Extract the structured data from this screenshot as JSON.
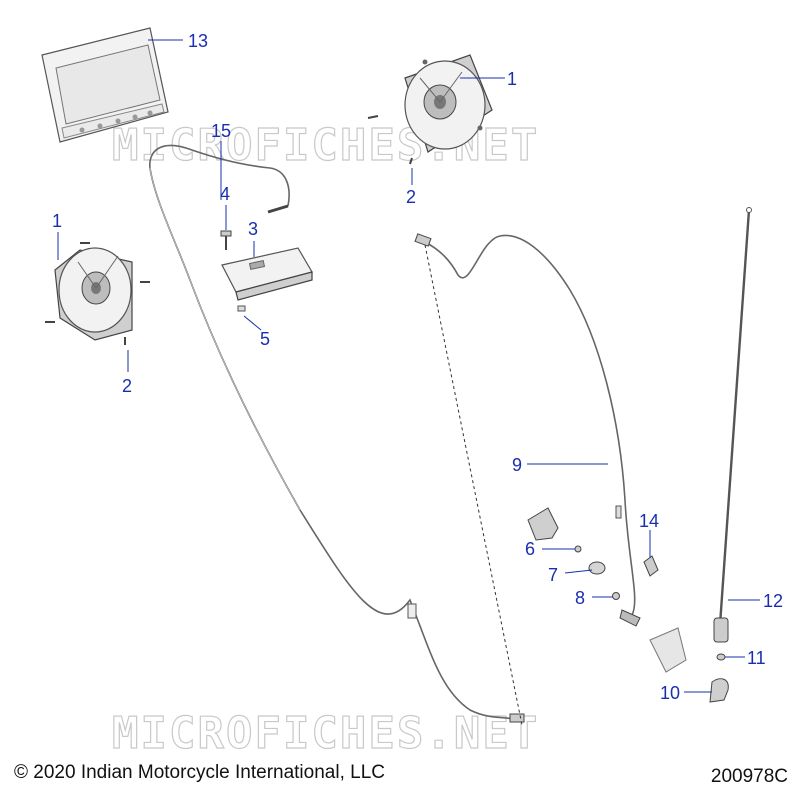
{
  "watermark": "MICROFICHES.NET",
  "copyright": "© 2020 Indian Motorcycle International, LLC",
  "drawing_number": "200978C",
  "callouts": {
    "c13": "13",
    "c1a": "1",
    "c2a": "2",
    "c15": "15",
    "c4": "4",
    "c3": "3",
    "c1b": "1",
    "c2b": "2",
    "c5": "5",
    "c9": "9",
    "c14": "14",
    "c6": "6",
    "c7": "7",
    "c8": "8",
    "c12": "12",
    "c11": "11",
    "c10": "10"
  },
  "colors": {
    "callout": "#1a2fb0",
    "line_art": "#555555",
    "watermark": "#c9c9c9"
  }
}
